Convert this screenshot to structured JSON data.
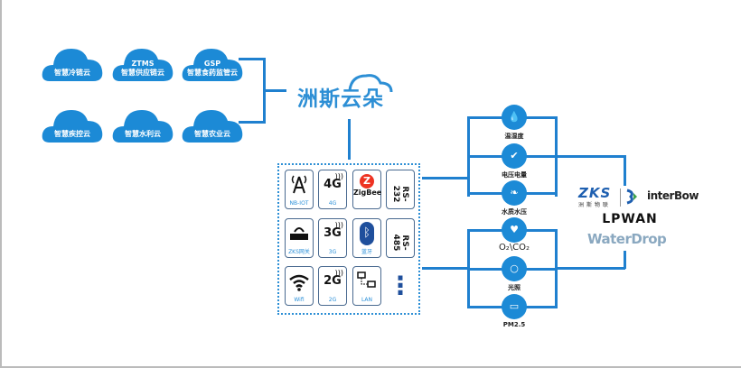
{
  "clouds": [
    {
      "title": "",
      "label": "智慧冷链云"
    },
    {
      "title": "ZTMS",
      "label": "智慧供应链云"
    },
    {
      "title": "GSP",
      "label": "智慧食药监管云"
    },
    {
      "title": "",
      "label": "智慧疾控云"
    },
    {
      "title": "",
      "label": "智慧水利云"
    },
    {
      "title": "",
      "label": "智慧农业云"
    }
  ],
  "brand": {
    "name": "洲斯云朵"
  },
  "modules": [
    {
      "main": "",
      "label": "NB-IOT",
      "icon": "antenna-tower-icon"
    },
    {
      "main": "4G",
      "label": "4G",
      "icon": "signal-icon"
    },
    {
      "main": "ZigBee",
      "label": "",
      "icon": "zigbee-icon"
    },
    {
      "main": "RS-232",
      "label": "",
      "icon": ""
    },
    {
      "main": "",
      "label": "ZKS网关",
      "icon": "router-icon"
    },
    {
      "main": "3G",
      "label": "3G",
      "icon": "signal-icon"
    },
    {
      "main": "",
      "label": "蓝牙",
      "icon": "bluetooth-icon"
    },
    {
      "main": "RS-485",
      "label": "",
      "icon": ""
    },
    {
      "main": "",
      "label": "Wifi",
      "icon": "wifi-icon"
    },
    {
      "main": "2G",
      "label": "2G",
      "icon": "signal-icon"
    },
    {
      "main": "",
      "label": "LAN",
      "icon": "lan-icon"
    },
    {
      "main": "⋮",
      "label": "",
      "icon": "more-dots-icon"
    }
  ],
  "sensors": [
    {
      "label": "温湿度",
      "icon": "water-drop-icon",
      "glyph": "💧"
    },
    {
      "label": "电压电量",
      "icon": "bulb-icon",
      "glyph": "✔"
    },
    {
      "label": "水质水压",
      "icon": "leaf-icon",
      "glyph": "❧"
    },
    {
      "label": "O₂\\CO₂",
      "icon": "heart-pulse-icon",
      "glyph": "♥"
    },
    {
      "label": "光照",
      "icon": "ring-icon",
      "glyph": "○"
    },
    {
      "label": "PM2.5",
      "icon": "car-icon",
      "glyph": "▭"
    }
  ],
  "logos": {
    "zks": "ZKS",
    "zks_sub": "洲斯物联",
    "interbow": "interBow",
    "lpwan": "LPWAN",
    "waterdrop": "WaterDrop"
  },
  "colors": {
    "primary": "#1f80cf",
    "cloud": "#1c8ad6"
  }
}
